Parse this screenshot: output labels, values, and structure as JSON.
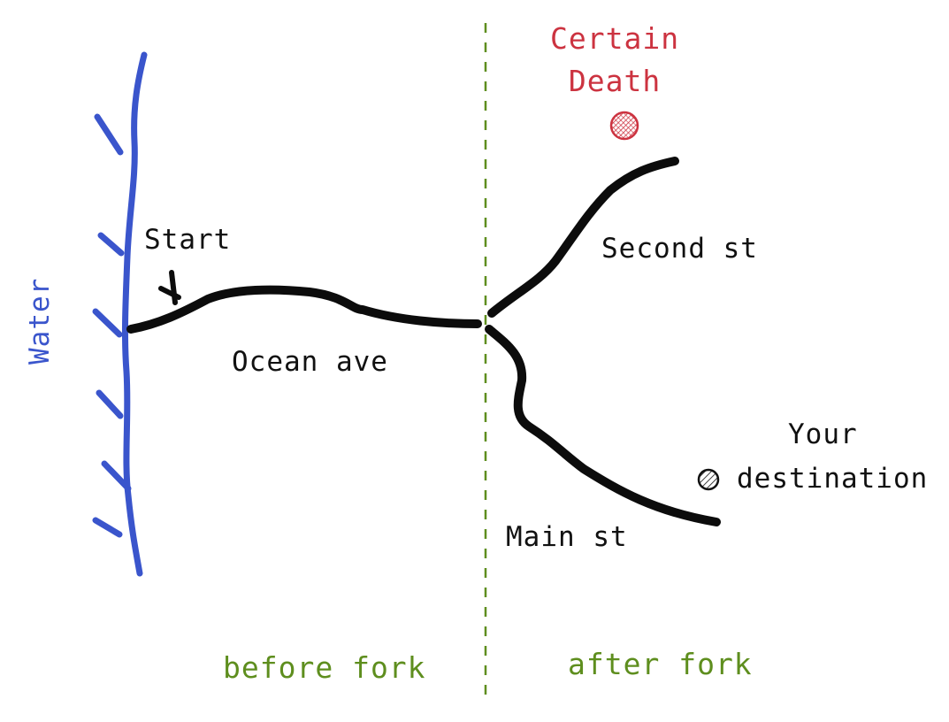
{
  "map": {
    "water_label": "Water",
    "start_label": "Start",
    "streets": {
      "ocean": "Ocean ave",
      "second": "Second st",
      "main": "Main st"
    },
    "certain_death": {
      "line1": "Certain",
      "line2": "Death"
    },
    "destination": {
      "line1": "Your",
      "line2": "destination"
    },
    "zones": {
      "before": "before fork",
      "after": "after fork"
    }
  },
  "colors": {
    "water": "#3a55cc",
    "road": "#0c0c0c",
    "danger": "#cc3340",
    "divider": "#5e8e1e",
    "zone_text": "#5e8e1e",
    "text": "#111111"
  },
  "icons": {
    "start": "x-marker-icon",
    "certain_death": "hatched-red-circle-icon",
    "destination": "hatched-circle-icon",
    "water": "shoreline-icon"
  }
}
